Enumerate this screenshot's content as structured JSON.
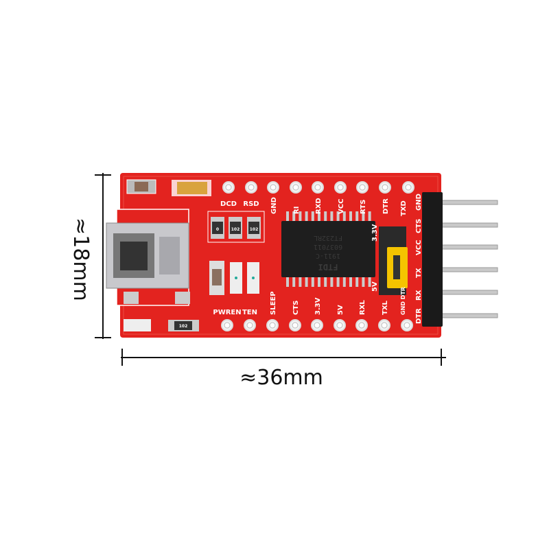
{
  "dimensions": {
    "height_label": "≈18mm",
    "width_label": "≈36mm"
  },
  "board": {
    "top_pin_labels": [
      "DCD",
      "RSD",
      "GND",
      "RI",
      "RXD",
      "VCC",
      "RTS",
      "DTR",
      "TXD"
    ],
    "bottom_pin_labels": [
      "PWREN",
      "TEN",
      "SLEEP",
      "CTS",
      "3.3V",
      "5V",
      "RXL",
      "TXL",
      "GND DTR"
    ],
    "header_labels": [
      "GND",
      "CTS",
      "VCC",
      "TX",
      "RX",
      "DTR"
    ],
    "jumper_labels": {
      "top": "3.3V",
      "bottom": "5V"
    },
    "chip_markings": [
      "FT232RL",
      "6037011",
      "1911-C",
      "FTDI"
    ],
    "resistor_codes": [
      "0",
      "102",
      "102",
      "102"
    ],
    "colors": {
      "pcb": "#e3231f",
      "jumper": "#f5c400",
      "header": "#1a1a1a"
    }
  }
}
